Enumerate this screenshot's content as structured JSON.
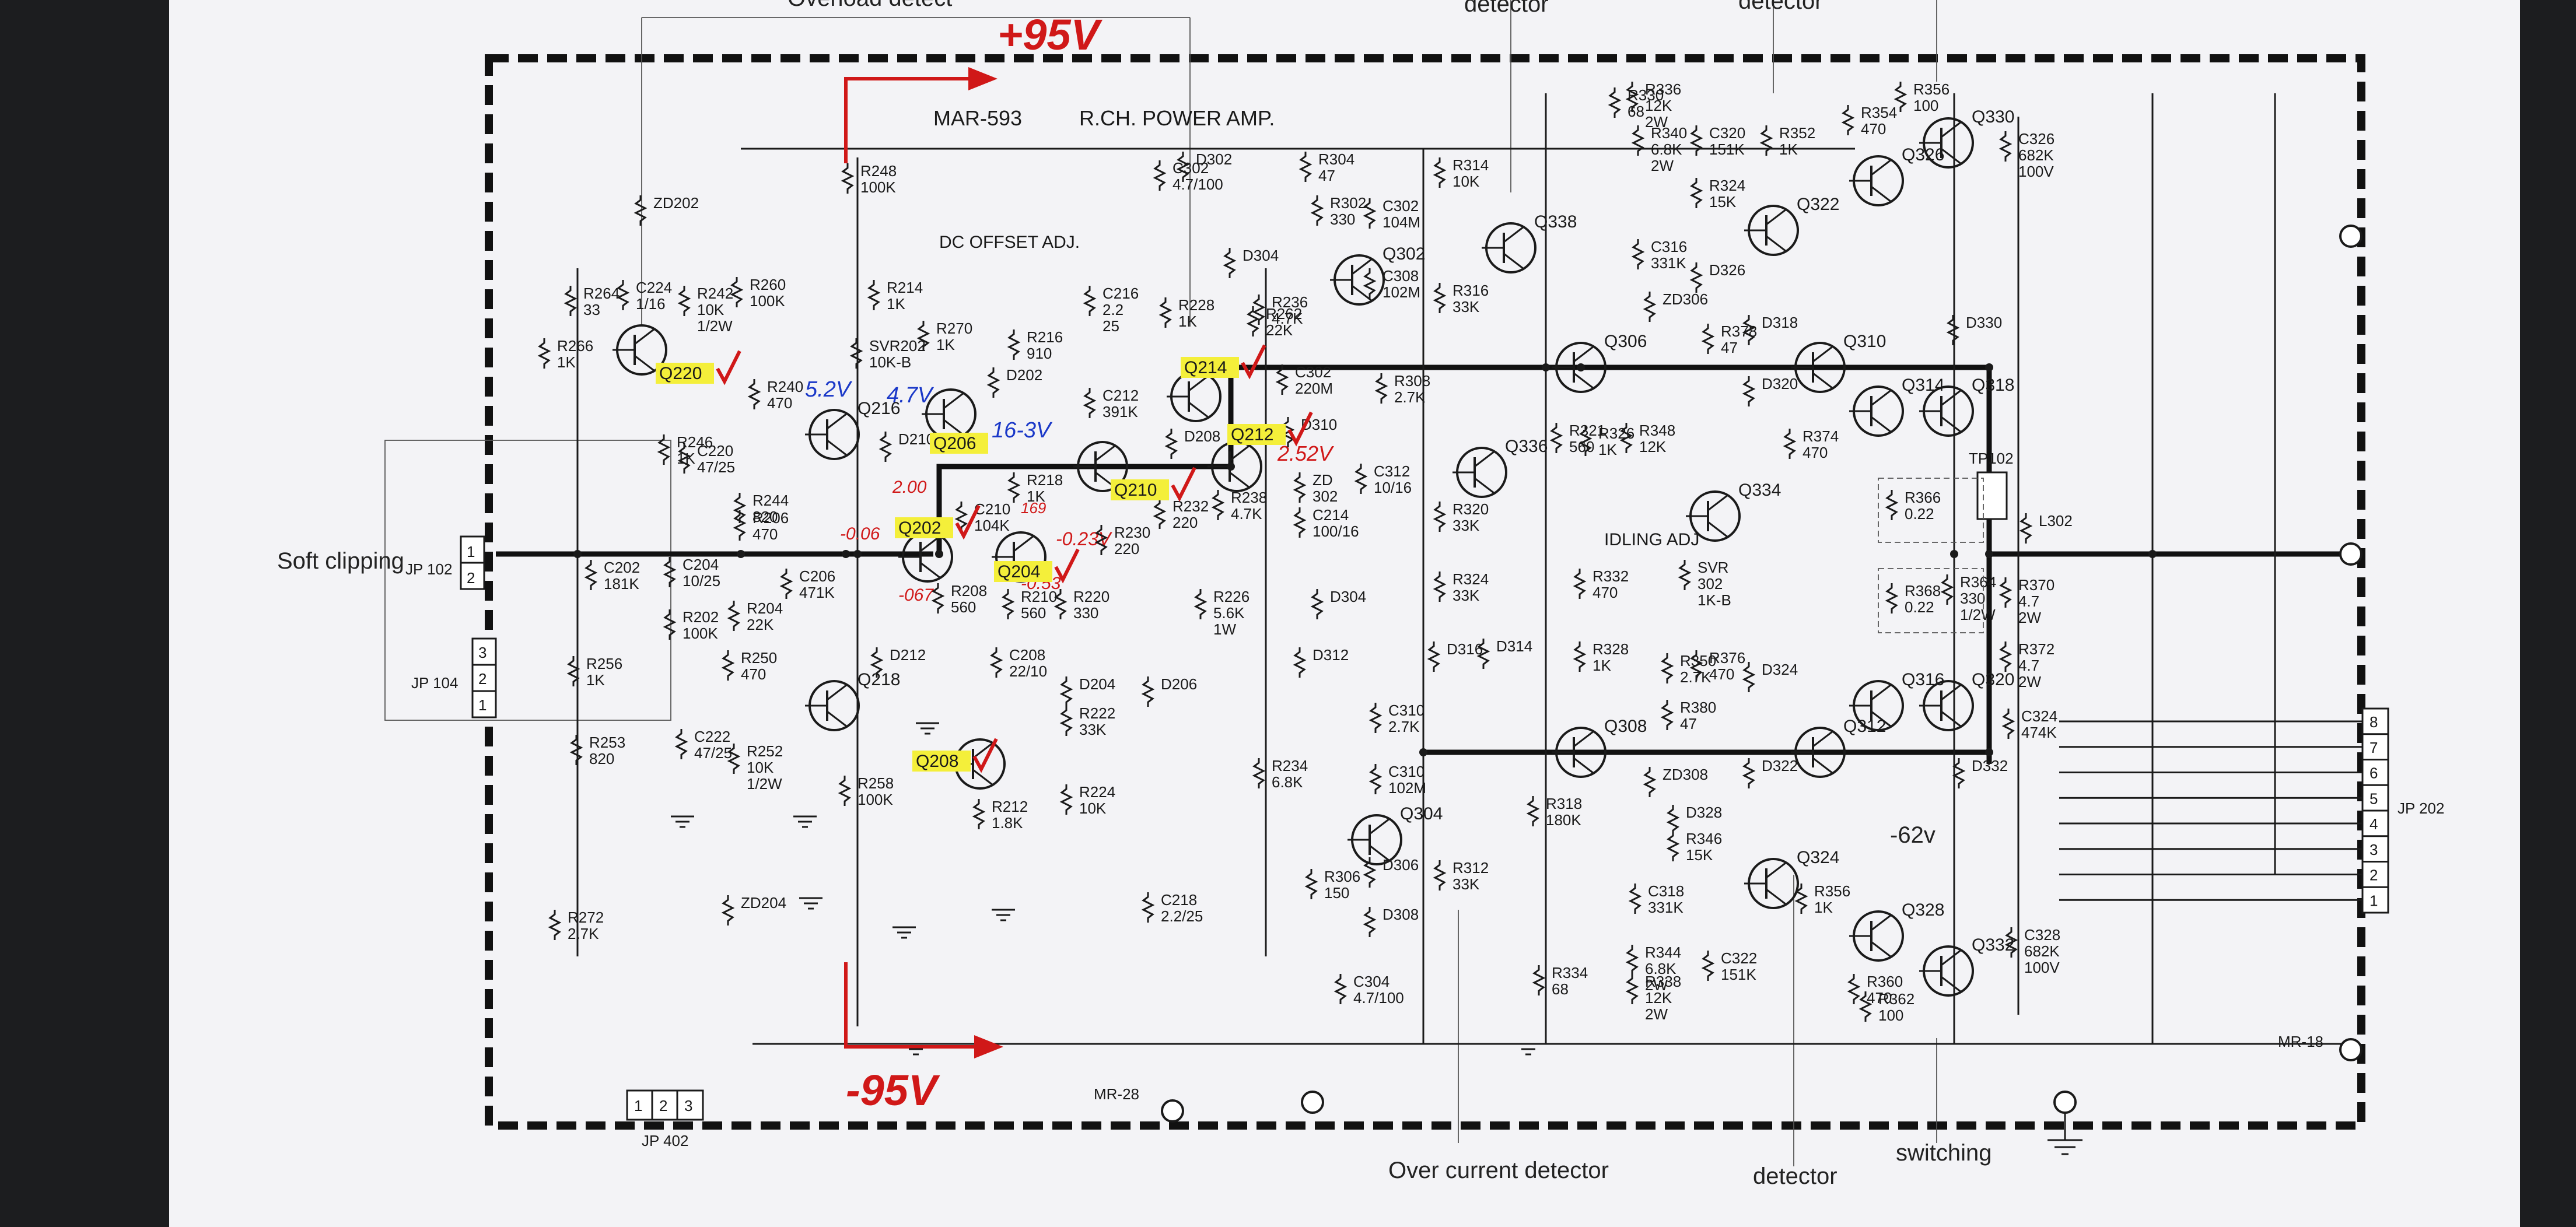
{
  "title": "MAR-593",
  "subtitle": "R.CH. POWER AMP.",
  "section_label": "DC OFFSET ADJ.",
  "idling_label": "IDLING ADJ",
  "annotations": {
    "soft_clipping": "Soft clipping",
    "overload_top": "Overload detect",
    "detector_top1": "detector",
    "detector_top2": "detector",
    "over_current": "Over current detector",
    "detector_bottom": "detector",
    "switching": "switching",
    "neg62": "-62v"
  },
  "handwritten": {
    "plus95": "+95V",
    "minus95": "-95V",
    "v_52": "5.2V",
    "v_47": "4.7V",
    "v_16": "16-3V",
    "v_252": "2.52V",
    "v_200": "2.00",
    "v_006": "-0.06",
    "v_067": "-067",
    "v_053": "-0.53",
    "v_023": "-0.23V",
    "v_169": "169"
  },
  "connectors": {
    "jp102": "JP 102",
    "jp104": "JP 104",
    "jp202": "JP 202",
    "jp402": "JP 402",
    "mr28": "MR-28",
    "mr18": "MR-18",
    "tp102": "TP102",
    "jp102_pins": [
      "1",
      "2"
    ],
    "jp104_pins": [
      "3",
      "2",
      "1"
    ],
    "jp202_pins": [
      "8",
      "7",
      "6",
      "5",
      "4",
      "3",
      "2",
      "1"
    ],
    "jp402_pins": [
      "1",
      "2",
      "3"
    ]
  },
  "transistors": [
    {
      "id": "Q220",
      "highlight": true,
      "check": true
    },
    {
      "id": "Q216",
      "highlight": false,
      "check": false
    },
    {
      "id": "Q202",
      "highlight": true,
      "check": true
    },
    {
      "id": "Q204",
      "highlight": true,
      "check": true
    },
    {
      "id": "Q206",
      "highlight": true,
      "check": false
    },
    {
      "id": "Q208",
      "highlight": true,
      "check": true
    },
    {
      "id": "Q210",
      "highlight": true,
      "check": true
    },
    {
      "id": "Q212",
      "highlight": true,
      "check": true
    },
    {
      "id": "Q214",
      "highlight": true,
      "check": true
    },
    {
      "id": "Q218",
      "highlight": false,
      "check": false
    },
    {
      "id": "Q302",
      "highlight": false,
      "check": false
    },
    {
      "id": "Q304",
      "highlight": false,
      "check": false
    },
    {
      "id": "Q306",
      "highlight": false,
      "check": false
    },
    {
      "id": "Q308",
      "highlight": false,
      "check": false
    },
    {
      "id": "Q310",
      "highlight": false,
      "check": false
    },
    {
      "id": "Q312",
      "highlight": false,
      "check": false
    },
    {
      "id": "Q314",
      "highlight": false,
      "check": false
    },
    {
      "id": "Q316",
      "highlight": false,
      "check": false
    },
    {
      "id": "Q318",
      "highlight": false,
      "check": false
    },
    {
      "id": "Q320",
      "highlight": false,
      "check": false
    },
    {
      "id": "Q322",
      "highlight": false,
      "check": false
    },
    {
      "id": "Q324",
      "highlight": false,
      "check": false
    },
    {
      "id": "Q326",
      "highlight": false,
      "check": false
    },
    {
      "id": "Q328",
      "highlight": false,
      "check": false
    },
    {
      "id": "Q330",
      "highlight": false,
      "check": false
    },
    {
      "id": "Q332",
      "highlight": false,
      "check": false
    },
    {
      "id": "Q334",
      "highlight": false,
      "check": false
    },
    {
      "id": "Q336",
      "highlight": false,
      "check": false
    },
    {
      "id": "Q338",
      "highlight": false,
      "check": false
    }
  ],
  "components": {
    "R264": "R264 33",
    "C224": "C224 1/16",
    "R242": "R242 10K 1/2W",
    "R260": "R260 100K",
    "R266": "R266 1K",
    "R248": "R248 100K",
    "ZD202": "ZD202",
    "R214": "R214 1K",
    "SVR202": "SVR202 10K-B",
    "R270": "R270 1K",
    "R216": "R216 910",
    "C216": "C216 2.2 25",
    "R228": "R228 1K",
    "R262": "R262 22K",
    "C212": "C212 391K",
    "D202": "D202",
    "R240": "R240 470",
    "R246": "R246 1K",
    "C220": "C220 47/25",
    "R244": "R244 820",
    "D210": "D210",
    "R218": "R218 1K",
    "D208": "D208",
    "R206": "R206 470",
    "C210": "C210 104K",
    "R230": "R230 220",
    "R232": "R232 220",
    "R238": "R238 4.7K",
    "C214": "C214 100/16",
    "R236": "R236 4.7K",
    "C202": "C202 181K",
    "C204": "C204 10/25",
    "R202": "R202 100K",
    "C206": "C206 471K",
    "R204": "R204 22K",
    "R208": "R208 560",
    "R210": "R210 560",
    "R220": "R220 330",
    "R226": "R226 5.6K 1W",
    "R256": "R256 1K",
    "R250": "R250 470",
    "D212": "D212",
    "C208": "C208 22/10",
    "D204": "D204",
    "D206": "D206",
    "R222": "R222 33K",
    "R253": "R253 820",
    "C222": "C222 47/25",
    "R252": "R252 10K 1/2W",
    "R234": "R234 6.8K",
    "R212": "R212 1.8K",
    "R224": "R224 10K",
    "R258": "R258 100K",
    "ZD204": "ZD204",
    "R272": "R272 2.7K",
    "C218": "C218 2.2/25",
    "C302": "C302 4.7/100",
    "D302": "D302",
    "R304": "R304 47",
    "R302": "R302 330",
    "C302b": "C302 104M",
    "C308": "C308 102M",
    "D304": "D304",
    "R314": "R314 10K",
    "R316": "R316 33K",
    "R330": "R330 68",
    "C302c": "C302 220M",
    "R308": "R308 2.7K",
    "D310": "D310",
    "ZD302": "ZD 302",
    "C312": "C312 10/16",
    "D304b": "D304",
    "D312": "D312",
    "R320": "R320 33K",
    "R324b": "R324 33K",
    "D316": "D316",
    "D314": "D314",
    "R321": "R321 560",
    "R326": "R326 1K",
    "R348": "R348 12K",
    "SVR302": "SVR 302 1K-B",
    "R332": "R332 470",
    "R328": "R328 1K",
    "R350": "R350 2.7K",
    "C310": "C310 2.7K",
    "C310b": "C310 102M",
    "R306": "R306 150",
    "D306": "D306",
    "D308": "D308",
    "R312": "R312 33K",
    "C304": "C304 4.7/100",
    "R318": "R318 180K",
    "R334": "R334 68",
    "R336": "R336 12K 2W",
    "R340": "R340 6.8K 2W",
    "C320": "C320 151K",
    "R352": "R352 1K",
    "R324": "R324 15K",
    "C316": "C316 331K",
    "D326": "D326",
    "ZD306": "ZD306",
    "D318": "D318",
    "R378": "R378 47",
    "D320": "D320",
    "R374": "R374 470",
    "R354": "R354 470",
    "R356": "R356 100",
    "C326": "C326 682K 100V",
    "D330": "D330",
    "R366": "R366 0.22",
    "R368": "R368 0.22",
    "L302": "L302",
    "R364": "R364 330 1/2W",
    "R370": "R370 4.7 2W",
    "R372": "R372 4.7 2W",
    "C324": "C324 474K",
    "R376": "R376 470",
    "D324": "D324",
    "R380": "R380 47",
    "D322": "D322",
    "ZD308": "ZD308",
    "D332": "D332",
    "D328": "D328",
    "R346": "R346 15K",
    "R356b": "R356 1K",
    "C318": "C318 331K",
    "R344": "R344 6.8K 2W",
    "C322": "C322 151K",
    "R338": "R338 12K 2W",
    "R360": "R360 470",
    "R362": "R362 100",
    "C328": "C328 682K 100V"
  }
}
